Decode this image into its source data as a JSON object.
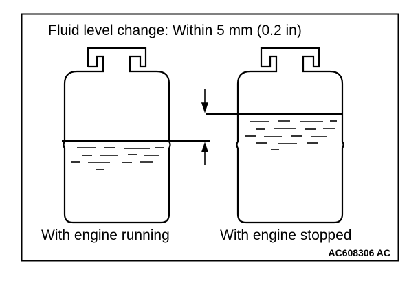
{
  "title": "Fluid level change: Within 5 mm (0.2 in)",
  "captions": {
    "running": "With engine running",
    "stopped": "With engine stopped"
  },
  "figure_code": "AC608306 AC",
  "colors": {
    "ink": "#000000",
    "paper": "#ffffff"
  }
}
